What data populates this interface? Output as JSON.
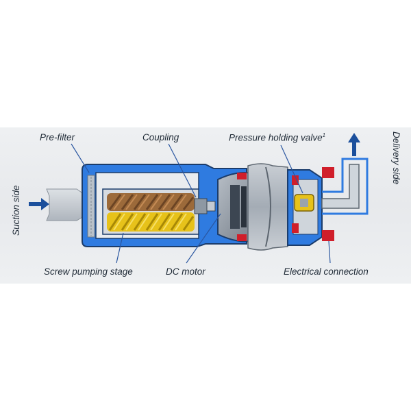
{
  "labels": {
    "pre_filter": "Pre-filter",
    "coupling": "Coupling",
    "pressure_holding_valve": "Pressure holding valve",
    "pressure_holding_valve_sup": "1",
    "delivery_side": "Delivery side",
    "suction_side": "Suction side",
    "screw_pumping_stage": "Screw pumping stage",
    "dc_motor": "DC motor",
    "electrical_connection": "Electrical connection"
  },
  "colors": {
    "housing_blue": "#1f6fd1",
    "dark_navy": "#1b3c6b",
    "leader_blue": "#2a56a0",
    "seal_red": "#d01e2a",
    "screw_copper": "#9c6a3a",
    "screw_gold": "#e7c21a",
    "motor_grey": "#9aa3ad",
    "arrow_blue": "#1b4f9c"
  }
}
